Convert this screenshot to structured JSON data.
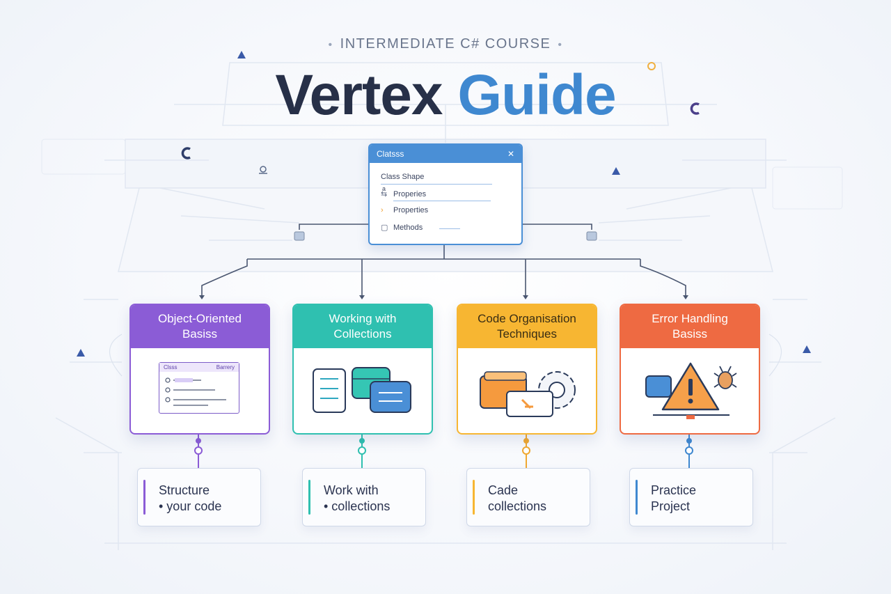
{
  "header": {
    "eyebrow": "INTERMEDIATE C# COURSE",
    "eyebrow_dot": "•",
    "title_part1": "Vertex",
    "title_part2": "Guide"
  },
  "class_window": {
    "title": "Clatsss",
    "close_glyph": "✕",
    "rows": [
      {
        "icon": "",
        "label": "Class Shape"
      },
      {
        "icon": "⇆",
        "label": "Properies"
      },
      {
        "icon": "›",
        "label": "Properties"
      },
      {
        "icon": "▢",
        "label": "Methods"
      }
    ],
    "row_extra": "a"
  },
  "modules": [
    {
      "title_line1": "Object-Oriented",
      "title_line2": "Basiss",
      "color": "#8b5cd6",
      "mini_label_left": "Clsss",
      "mini_label_right": "Barrery"
    },
    {
      "title_line1": "Working with",
      "title_line2": "Collections",
      "color": "#2fc0b0"
    },
    {
      "title_line1": "Code Organisation",
      "title_line2": "Techniques",
      "color": "#f7b632"
    },
    {
      "title_line1": "Error Handling",
      "title_line2": "Basiss",
      "color": "#ee6a42"
    }
  ],
  "outcomes": [
    {
      "line1": "Structure",
      "line2": "• your code",
      "color": "#8b5cd6"
    },
    {
      "line1": "Work with",
      "line2": "• collections",
      "color": "#2fc0b0"
    },
    {
      "line1": "Cade",
      "line2": "collections",
      "color": "#f7b632"
    },
    {
      "line1": "Practice",
      "line2": "Project",
      "color": "#3f88d0"
    }
  ],
  "icons": [
    "triangle-icon",
    "c-letter-icon",
    "settings-icon",
    "warning-icon",
    "gear-icon",
    "bug-icon",
    "folder-icon",
    "database-icon"
  ]
}
